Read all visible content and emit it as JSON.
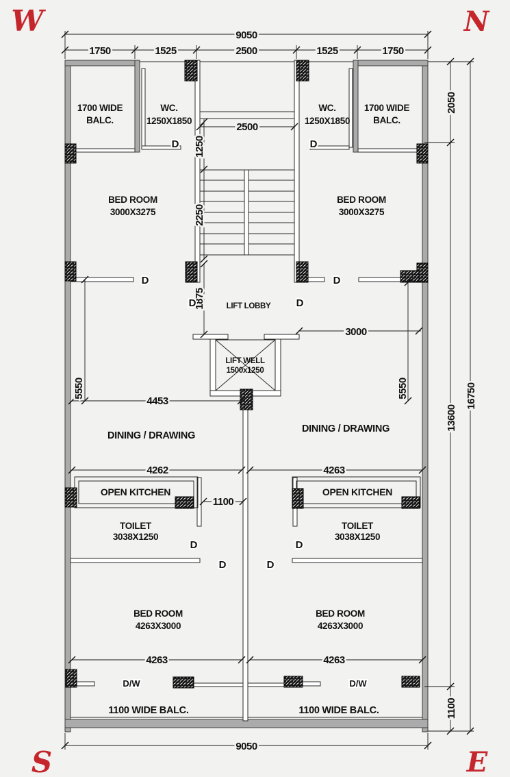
{
  "compass": {
    "nw": "W",
    "ne": "N",
    "sw": "S",
    "se": "E"
  },
  "dims": {
    "top_total": "9050",
    "top_row": [
      "1750",
      "1525",
      "2500",
      "1525",
      "1750"
    ],
    "bottom_total": "9050",
    "right_top": "2050",
    "right_mid": "13600",
    "right_low": "1100",
    "right_total": "16750",
    "stair_width": "2500",
    "stair_upper": "1250",
    "stair_flight": "2250",
    "lobby_depth": "1875",
    "left_span": "5550",
    "right_span": "5550",
    "lobby_width": "4453",
    "lift_to_wall": "3000",
    "dining_left_width": "4262",
    "dining_right_width": "4263",
    "kitchen_passage": "1100",
    "bed_left_width": "4263",
    "bed_right_width": "4263"
  },
  "rooms": {
    "balc_tl_1": "1700 WIDE",
    "balc_tl_2": "BALC.",
    "wc_l_1": "WC.",
    "wc_l_2": "1250X1850",
    "wc_r_1": "WC.",
    "wc_r_2": "1250X1850",
    "balc_tr_1": "1700 WIDE",
    "balc_tr_2": "BALC.",
    "bed_tl_1": "BED ROOM",
    "bed_tl_2": "3000X3275",
    "bed_tr_1": "BED ROOM",
    "bed_tr_2": "3000X3275",
    "lift_lobby": "LIFT LOBBY",
    "lift_well_1": "LIFT WELL",
    "lift_well_2": "1500x1250",
    "dining_l": "DINING / DRAWING",
    "dining_r": "DINING / DRAWING",
    "kitchen_l": "OPEN KITCHEN",
    "kitchen_r": "OPEN KITCHEN",
    "toilet_l_1": "TOILET",
    "toilet_l_2": "3038X1250",
    "toilet_r_1": "TOILET",
    "toilet_r_2": "3038X1250",
    "bed_bl_1": "BED ROOM",
    "bed_bl_2": "4263X3000",
    "bed_br_1": "BED ROOM",
    "bed_br_2": "4263X3000",
    "balc_bl": "1100 WIDE BALC.",
    "balc_br": "1100 WIDE BALC."
  },
  "doors": {
    "door": "D",
    "door_window": "D/W"
  },
  "colors": {
    "compass": "#c5262c",
    "ink": "#1a1a1a",
    "wall_fill": "#ababab"
  }
}
